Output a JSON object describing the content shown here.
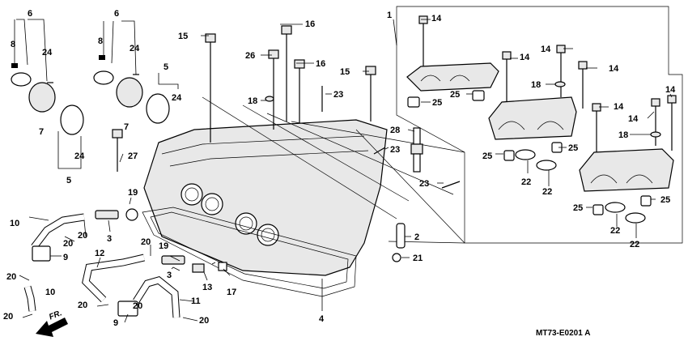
{
  "diagram_code": "MT73-E0201 A",
  "direction_label": "FR.",
  "callouts": {
    "c1": "1",
    "c2": "2",
    "c3a": "3",
    "c3b": "3",
    "c4": "4",
    "c5a": "5",
    "c5b": "5",
    "c6a": "6",
    "c6b": "6",
    "c7a": "7",
    "c7b": "7",
    "c8a": "8",
    "c8b": "8",
    "c9a": "9",
    "c9b": "9",
    "c10a": "10",
    "c10b": "10",
    "c11": "11",
    "c12": "12",
    "c13": "13",
    "c14a": "14",
    "c14b": "14",
    "c14c": "14",
    "c14d": "14",
    "c14e": "14",
    "c14f": "14",
    "c14g": "14",
    "c15a": "15",
    "c15b": "15",
    "c16a": "16",
    "c16b": "16",
    "c17": "17",
    "c18a": "18",
    "c18b": "18",
    "c18c": "18",
    "c19a": "19",
    "c19b": "19",
    "c20a": "20",
    "c20b": "20",
    "c20c": "20",
    "c20d": "20",
    "c20e": "20",
    "c20f": "20",
    "c20g": "20",
    "c20h": "20",
    "c21": "21",
    "c22a": "22",
    "c22b": "22",
    "c22c": "22",
    "c22d": "22",
    "c23a": "23",
    "c23b": "23",
    "c23c": "23",
    "c24a": "24",
    "c24b": "24",
    "c24c": "24",
    "c24d": "24",
    "c25a": "25",
    "c25b": "25",
    "c25c": "25",
    "c25d": "25",
    "c25e": "25",
    "c25f": "25",
    "c26": "26",
    "c27": "27",
    "c28": "28"
  }
}
